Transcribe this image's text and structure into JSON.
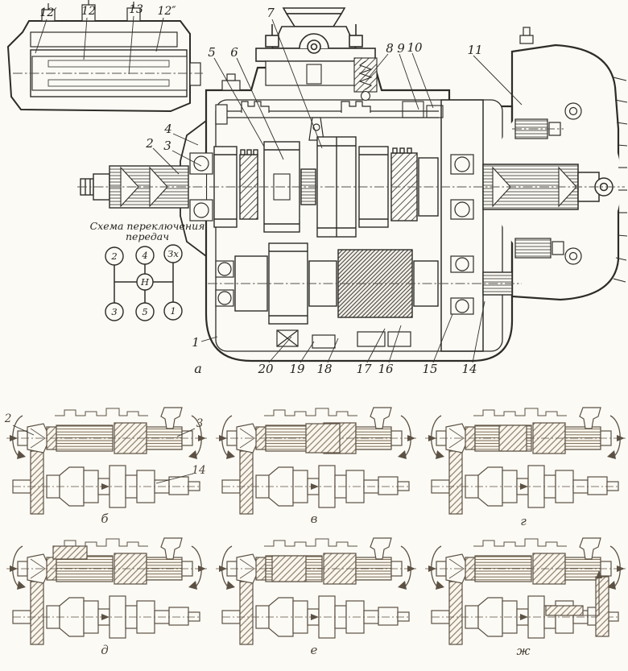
{
  "palette": {
    "paper": "#fbfaf5",
    "ink": "#2e2c26",
    "sepia_ink": "#5c5143"
  },
  "inset": {
    "callouts": [
      "12′",
      "12",
      "13",
      "12″"
    ]
  },
  "main_view": {
    "view_label": "а",
    "callouts_top": [
      "5",
      "6",
      "7",
      "8",
      "9",
      "10",
      "11"
    ],
    "callouts_left": [
      "4",
      "2",
      "3"
    ],
    "callout_housing": "1",
    "callouts_bottom": [
      "20",
      "19",
      "18",
      "17",
      "16",
      "15",
      "14"
    ]
  },
  "shift_scheme": {
    "title_line1": "Схема переключения",
    "title_line2": "передач",
    "top_nodes": [
      "2",
      "4",
      "Зх"
    ],
    "center_node": "Н",
    "bottom_nodes": [
      "3",
      "5",
      "1"
    ]
  },
  "sub_views": {
    "b": {
      "label": "б",
      "callout_2": "2",
      "callout_3": "3",
      "callout_14": "14"
    },
    "v": {
      "label": "в"
    },
    "g": {
      "label": "г"
    },
    "d": {
      "label": "д"
    },
    "e": {
      "label": "е"
    },
    "zh": {
      "label": "ж"
    }
  }
}
